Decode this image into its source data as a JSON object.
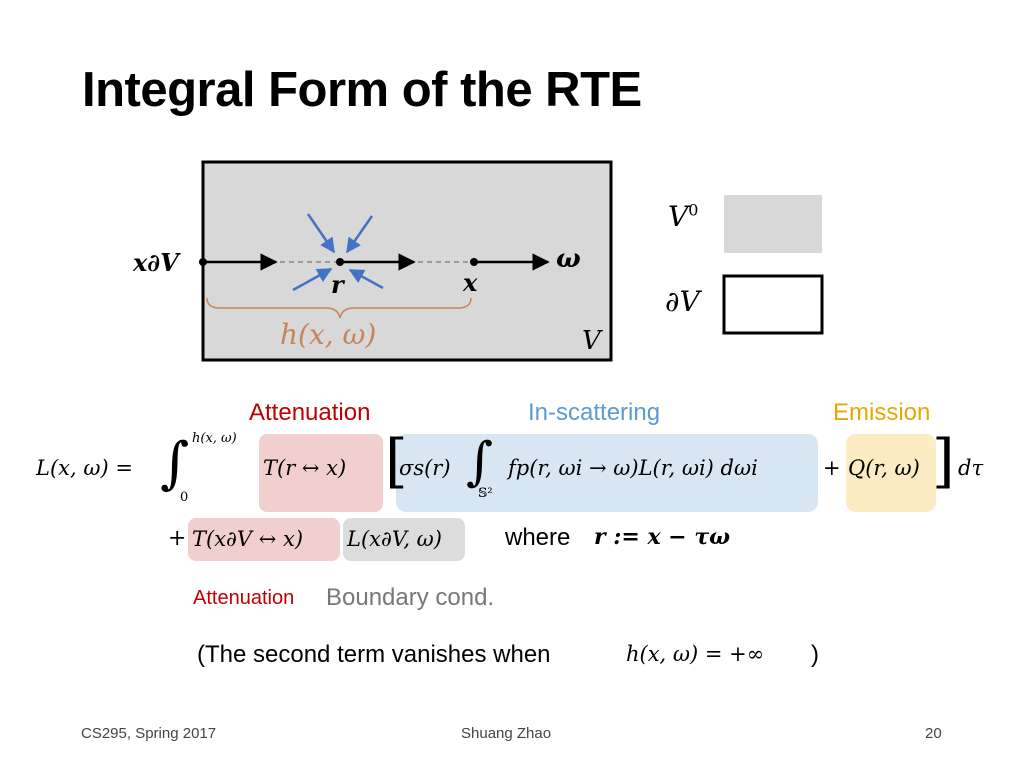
{
  "slide": {
    "title": "Integral Form of the RTE"
  },
  "diagram": {
    "start_point_label": "x∂V",
    "omega_label": "ω",
    "r_label": "r",
    "x_label": "x",
    "h_label": "h(x, ω)",
    "volume_label": "V",
    "h_color": "#c8845a",
    "box_fill": "#d8d8d8",
    "arrow_color": "#4472c4"
  },
  "legend": {
    "interior_symbol": "V",
    "interior_superscript": "0",
    "boundary_symbol": "∂V"
  },
  "equation": {
    "attenuation_label": "Attenuation",
    "inscattering_label": "In-scattering",
    "emission_label": "Emission",
    "attenuation_color": "#c00000",
    "inscattering_color": "#5b9bd5",
    "emission_color": "#e6a800",
    "lhs": "L(x, ω) =",
    "integral_upper": "h(x, ω)",
    "integral_lower": "0",
    "term_transmittance": "T(r ↔ x)",
    "term_sigma": "σs(r)",
    "inner_integral_lower": "𝕊²",
    "term_scatter": "fp(r, ωi → ω)L(r, ωi) dωi",
    "plus_emission": "+",
    "term_emission": "Q(r, ω)",
    "d_tau": "dτ",
    "second_plus": "+",
    "term_boundary_transmittance": "T(x∂V ↔ x)",
    "term_boundary_radiance": "L(x∂V, ω)",
    "where_text": "where",
    "where_math": "r := x − τω"
  },
  "annotations": {
    "attenuation_label": "Attenuation",
    "boundary_label": "Boundary cond.",
    "note_prefix": "(The second term vanishes when",
    "note_math": "h(x, ω) = +∞",
    "note_suffix": ")"
  },
  "footer": {
    "left": "CS295, Spring 2017",
    "center": "Shuang Zhao",
    "page": "20"
  }
}
